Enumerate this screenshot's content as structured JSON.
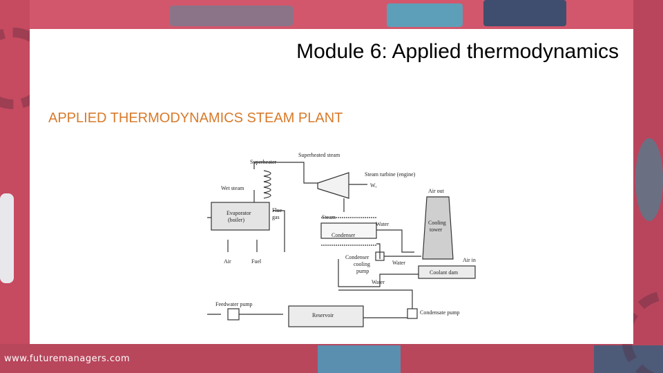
{
  "slide": {
    "title": "Module 6: Applied thermodynamics",
    "subtitle": "APPLIED THERMODYNAMICS STEAM PLANT",
    "footer": "www.futuremanagers.com"
  },
  "diagram": {
    "labels": {
      "superheated_steam": "Superheated steam",
      "superheater": "Superheater",
      "steam_turbine": "Steam turbine (engine)",
      "work": "Wₑ",
      "wet_steam": "Wet steam",
      "air_out": "Air out",
      "evaporator": "Evaporator",
      "boiler": "(boiler)",
      "flue": "Flue",
      "gas": "gas",
      "steam": "Steam",
      "water_top": "Water",
      "cooling": "Cooling",
      "tower": "tower",
      "condenser": "Condenser",
      "air": "Air",
      "fuel": "Fuel",
      "condenser_pump_1": "Condenser",
      "condenser_pump_2": "cooling",
      "condenser_pump_3": "pump",
      "water_mid": "Water",
      "air_in": "Air in",
      "coolant_dam": "Coolant dam",
      "water_bottom": "Water",
      "feedwater_pump": "Feedwater pump",
      "reservoir": "Reservoir",
      "condensate_pump": "Condensate pump"
    }
  }
}
